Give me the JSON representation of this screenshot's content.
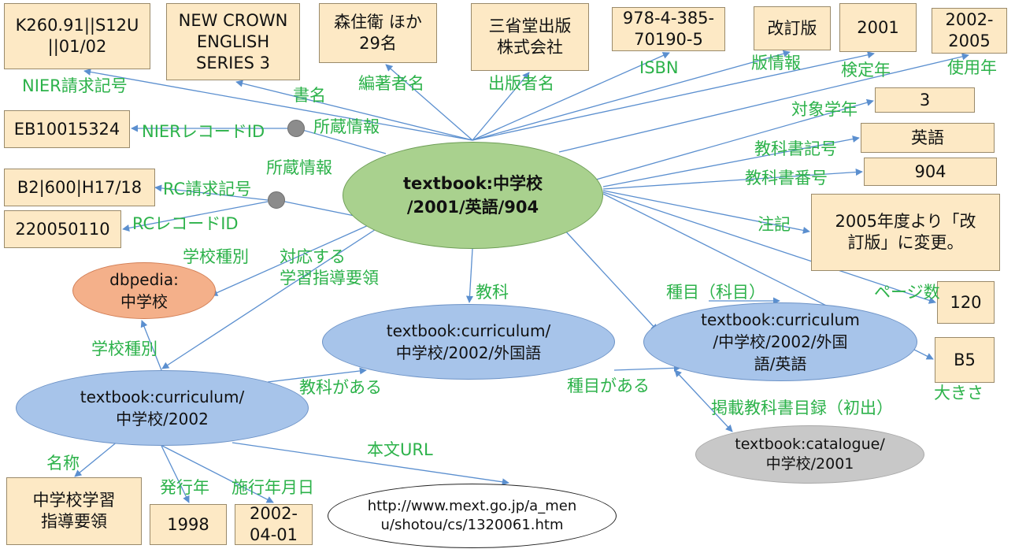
{
  "nodes": {
    "nier_call": "K260.91||S12U\n||01/02",
    "title": "NEW CROWN\nENGLISH\nSERIES 3",
    "authors": "森住衛 ほか\n29名",
    "publisher": "三省堂出版\n株式会社",
    "isbn": "978-4-385-\n70190-5",
    "edition": "改訂版",
    "approval_year": "2001",
    "use_years": "2002-\n2005",
    "nier_record": "EB10015324",
    "grade": "3",
    "subject_symbol": "英語",
    "textbook_number": "904",
    "rc_call": "B2|600|H17/18",
    "rc_record": "220050110",
    "note": "2005年度より「改\n訂版」に変更。",
    "pages": "120",
    "size": "B5",
    "main": "textbook:中学校\n/2001/英語/904",
    "dbpedia": "dbpedia:\n中学校",
    "curr_foreign": "textbook:curriculum/\n中学校/2002/外国語",
    "curr_english": "textbook:curriculum\n/中学校/2002/外国\n語/英語",
    "curr_2002": "textbook:curriculum/\n中学校/2002",
    "catalogue": "textbook:catalogue/\n中学校/2001",
    "guideline_name": "中学校学習\n指導要領",
    "issue_year": "1998",
    "enforce_date": "2002-\n04-01",
    "url": "http://www.mext.go.jp/a_men\nu/shotou/cs/1320061.htm"
  },
  "edge_labels": {
    "nier_call": "NIER請求記号",
    "title": "書名",
    "authors": "編著者名",
    "publisher": "出版者名",
    "isbn": "ISBN",
    "edition": "版情報",
    "approval_year": "検定年",
    "use_years": "使用年",
    "nier_record": "NIERレコードID",
    "holding1": "所蔵情報",
    "grade": "対象学年",
    "subject_symbol": "教科書記号",
    "textbook_number": "教科書番号",
    "holding2": "所蔵情報",
    "rc_call": "RC請求記号",
    "rc_record": "RCレコードID",
    "note": "注記",
    "school_type1": "学校種別",
    "corresponding": "対応する\n学習指導要領",
    "subject": "教科",
    "subitem": "種目（科目）",
    "pages": "ページ数",
    "school_type2": "学校種別",
    "has_subject": "教科がある",
    "has_subitem": "種目がある",
    "size": "大きさ",
    "catalogue": "掲載教科書目録（初出）",
    "name": "名称",
    "body_url": "本文URL",
    "issue_year": "発行年",
    "enforce_date": "施行年月日"
  },
  "colors": {
    "edge": "#5b8fcf",
    "label": "#2cb24a",
    "literal_fill": "#fde9c5",
    "resource_blue": "#a7c4ea",
    "main_green": "#a9d18e",
    "dbpedia_orange": "#f4b08a",
    "catalogue_grey": "#c8c8c8"
  }
}
